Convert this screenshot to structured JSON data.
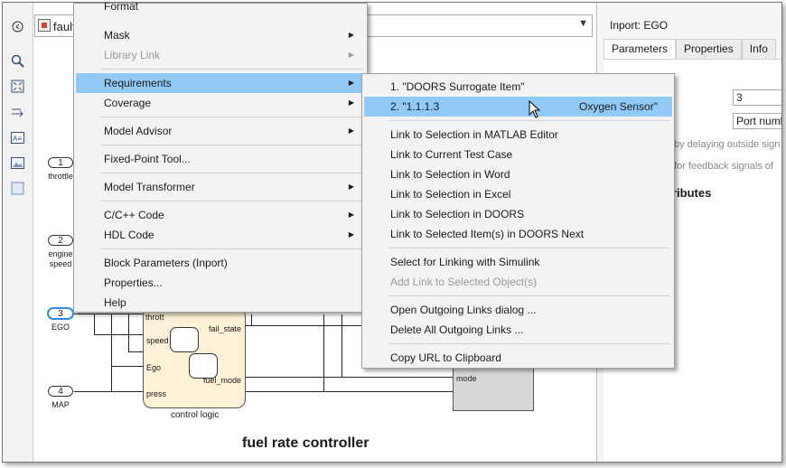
{
  "address": {
    "model_name": "fault",
    "dropdown_icon": "chevron-down-icon"
  },
  "toolstrip": [
    "hide-show-icon",
    "zoom-in-icon",
    "fit-view-icon",
    "arrow-icon",
    "text-annotation-icon",
    "image-icon",
    "area-icon"
  ],
  "inspector": {
    "title": "Inport: EGO",
    "tabs": [
      "Parameters",
      "Properties",
      "Info"
    ],
    "port_number_value": "3",
    "port_dimensions_value": "Port numb",
    "hint1": "by delaying outside sign",
    "hint2": "for feedback signals of ",
    "section_attributes": "ributes"
  },
  "canvas": {
    "ports": [
      {
        "num": "1",
        "label": "throttle"
      },
      {
        "num": "2",
        "label": "engine speed"
      },
      {
        "num": "3",
        "label": "EGO"
      },
      {
        "num": "4",
        "label": "MAP"
      }
    ],
    "chart_ports": [
      "speed",
      "Ego",
      "press"
    ],
    "chart_out": [
      "fail_state",
      "fuel_mode"
    ],
    "chart_top": "thrott",
    "chart_label": "control logic",
    "mux_port": "mode",
    "title": "fuel rate controller"
  },
  "context_menu": {
    "items": [
      {
        "label": "Format",
        "submenu": true
      },
      {
        "label": "Mask",
        "submenu": true
      },
      {
        "label": "Library Link",
        "submenu": true,
        "disabled": true
      },
      {
        "label": "Requirements",
        "submenu": true,
        "highlighted": true
      },
      {
        "label": "Coverage",
        "submenu": true
      },
      {
        "label": "Model Advisor",
        "submenu": true
      },
      {
        "label": "Fixed-Point Tool..."
      },
      {
        "label": "Model Transformer",
        "submenu": true
      },
      {
        "label": "C/C++ Code",
        "submenu": true
      },
      {
        "label": "HDL Code",
        "submenu": true
      },
      {
        "label": "Block Parameters (Inport)"
      },
      {
        "label": "Properties..."
      },
      {
        "label": "Help"
      }
    ]
  },
  "requirements_menu": {
    "items": [
      {
        "label": "1. \"DOORS Surrogate Item\""
      },
      {
        "label": "2. \"1.1.1.3",
        "extra": "Oxygen Sensor\"",
        "highlighted": true
      },
      {
        "label": "Link to Selection in MATLAB Editor"
      },
      {
        "label": "Link to Current Test Case"
      },
      {
        "label": "Link to Selection in Word"
      },
      {
        "label": "Link to Selection in Excel"
      },
      {
        "label": "Link to Selection in DOORS"
      },
      {
        "label": "Link to Selected Item(s) in DOORS Next"
      },
      {
        "label": "Select for Linking with Simulink"
      },
      {
        "label": "Add Link to Selected Object(s)",
        "disabled": true
      },
      {
        "label": "Open Outgoing Links dialog ..."
      },
      {
        "label": "Delete All Outgoing Links ..."
      },
      {
        "label": "Copy URL to Clipboard"
      }
    ]
  }
}
